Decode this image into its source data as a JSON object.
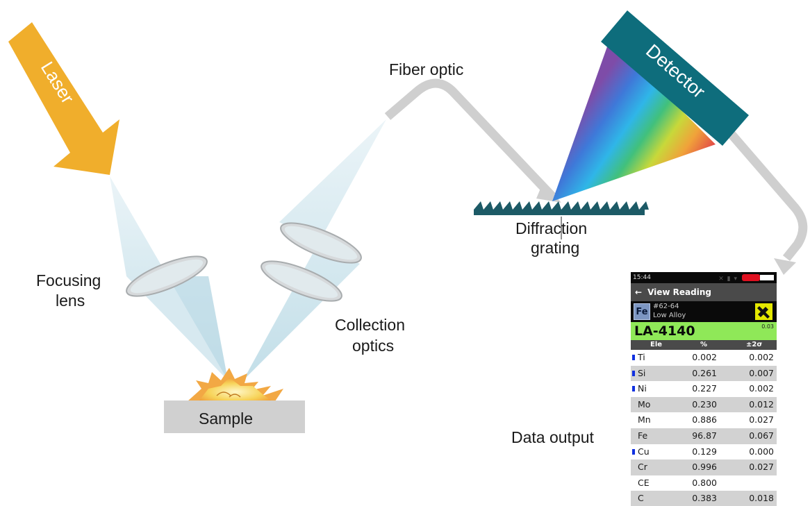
{
  "labels": {
    "laser": "Laser",
    "fiber_optic": "Fiber optic",
    "detector": "Detector",
    "focusing_lens_line1": "Focusing",
    "focusing_lens_line2": "lens",
    "collection_optics_line1": "Collection",
    "collection_optics_line2": "optics",
    "sample": "Sample",
    "diffraction_grating_line1": "Diffraction",
    "diffraction_grating_line2": "grating",
    "data_output": "Data output"
  },
  "colors": {
    "laser": "#f0ae2c",
    "detector": "#0e6d7c",
    "fiber": "#cfcfcf",
    "sample": "#d0d0d0",
    "grating": "#1c5a66",
    "cone": "#cfe6ee",
    "lens": "#c4c8ca"
  },
  "device": {
    "status_time": "15:44",
    "header_title": "View Reading",
    "element_badge": "Fe",
    "grade_number": "#62-64",
    "grade_family": "Low Alloy",
    "grade_code": "LA-4140",
    "match_value": "0.03",
    "columns": [
      "Ele",
      "%",
      "±2σ"
    ],
    "rows": [
      {
        "ele": "Ti",
        "pct": "0.002",
        "err": "0.002",
        "marked": true
      },
      {
        "ele": "Si",
        "pct": "0.261",
        "err": "0.007",
        "marked": true
      },
      {
        "ele": "Ni",
        "pct": "0.227",
        "err": "0.002",
        "marked": true
      },
      {
        "ele": "Mo",
        "pct": "0.230",
        "err": "0.012",
        "marked": false
      },
      {
        "ele": "Mn",
        "pct": "0.886",
        "err": "0.027",
        "marked": false
      },
      {
        "ele": "Fe",
        "pct": "96.87",
        "err": "0.067",
        "marked": false
      },
      {
        "ele": "Cu",
        "pct": "0.129",
        "err": "0.000",
        "marked": true
      },
      {
        "ele": "Cr",
        "pct": "0.996",
        "err": "0.027",
        "marked": false
      },
      {
        "ele": "CE",
        "pct": "0.800",
        "err": "",
        "marked": false
      },
      {
        "ele": "C",
        "pct": "0.383",
        "err": "0.018",
        "marked": false
      }
    ]
  }
}
